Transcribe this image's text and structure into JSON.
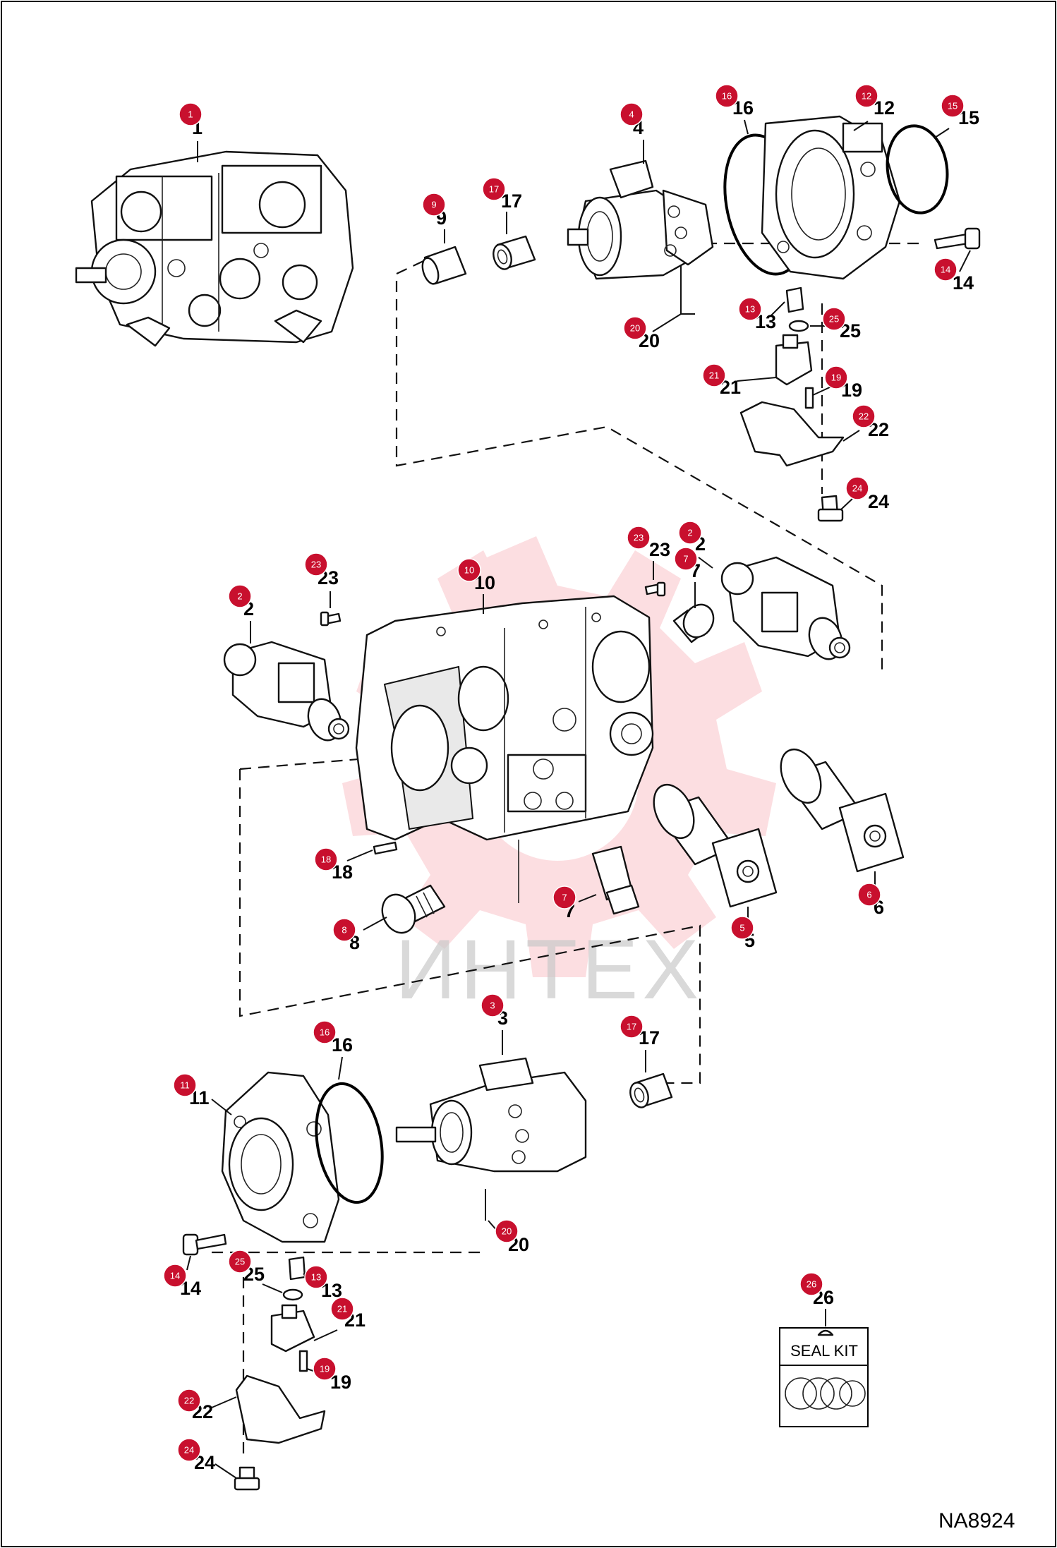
{
  "watermark": {
    "text": "ИНТЕХ"
  },
  "drawing_code": "NA8924",
  "seal_kit": {
    "label": "SEAL KIT"
  },
  "callouts": [
    {
      "id": "c1",
      "num": "1"
    },
    {
      "id": "c4",
      "num": "4"
    },
    {
      "id": "c16a",
      "num": "16"
    },
    {
      "id": "c12",
      "num": "12"
    },
    {
      "id": "c15",
      "num": "15"
    },
    {
      "id": "c9",
      "num": "9"
    },
    {
      "id": "c17a",
      "num": "17"
    },
    {
      "id": "c14a",
      "num": "14"
    },
    {
      "id": "c13a",
      "num": "13"
    },
    {
      "id": "c25a",
      "num": "25"
    },
    {
      "id": "c20a",
      "num": "20"
    },
    {
      "id": "c21a",
      "num": "21"
    },
    {
      "id": "c19a",
      "num": "19"
    },
    {
      "id": "c22a",
      "num": "22"
    },
    {
      "id": "c24a",
      "num": "24"
    },
    {
      "id": "c23a",
      "num": "23"
    },
    {
      "id": "c23b",
      "num": "23"
    },
    {
      "id": "c2a",
      "num": "2"
    },
    {
      "id": "c2b",
      "num": "2"
    },
    {
      "id": "c7a",
      "num": "7"
    },
    {
      "id": "c10",
      "num": "10"
    },
    {
      "id": "c18",
      "num": "18"
    },
    {
      "id": "c8",
      "num": "8"
    },
    {
      "id": "c7b",
      "num": "7"
    },
    {
      "id": "c5",
      "num": "5"
    },
    {
      "id": "c6",
      "num": "6"
    },
    {
      "id": "c3",
      "num": "3"
    },
    {
      "id": "c16b",
      "num": "16"
    },
    {
      "id": "c17b",
      "num": "17"
    },
    {
      "id": "c11",
      "num": "11"
    },
    {
      "id": "c20b",
      "num": "20"
    },
    {
      "id": "c14b",
      "num": "14"
    },
    {
      "id": "c25b",
      "num": "25"
    },
    {
      "id": "c13b",
      "num": "13"
    },
    {
      "id": "c21b",
      "num": "21"
    },
    {
      "id": "c19b",
      "num": "19"
    },
    {
      "id": "c22b",
      "num": "22"
    },
    {
      "id": "c24b",
      "num": "24"
    },
    {
      "id": "c26",
      "num": "26"
    }
  ]
}
